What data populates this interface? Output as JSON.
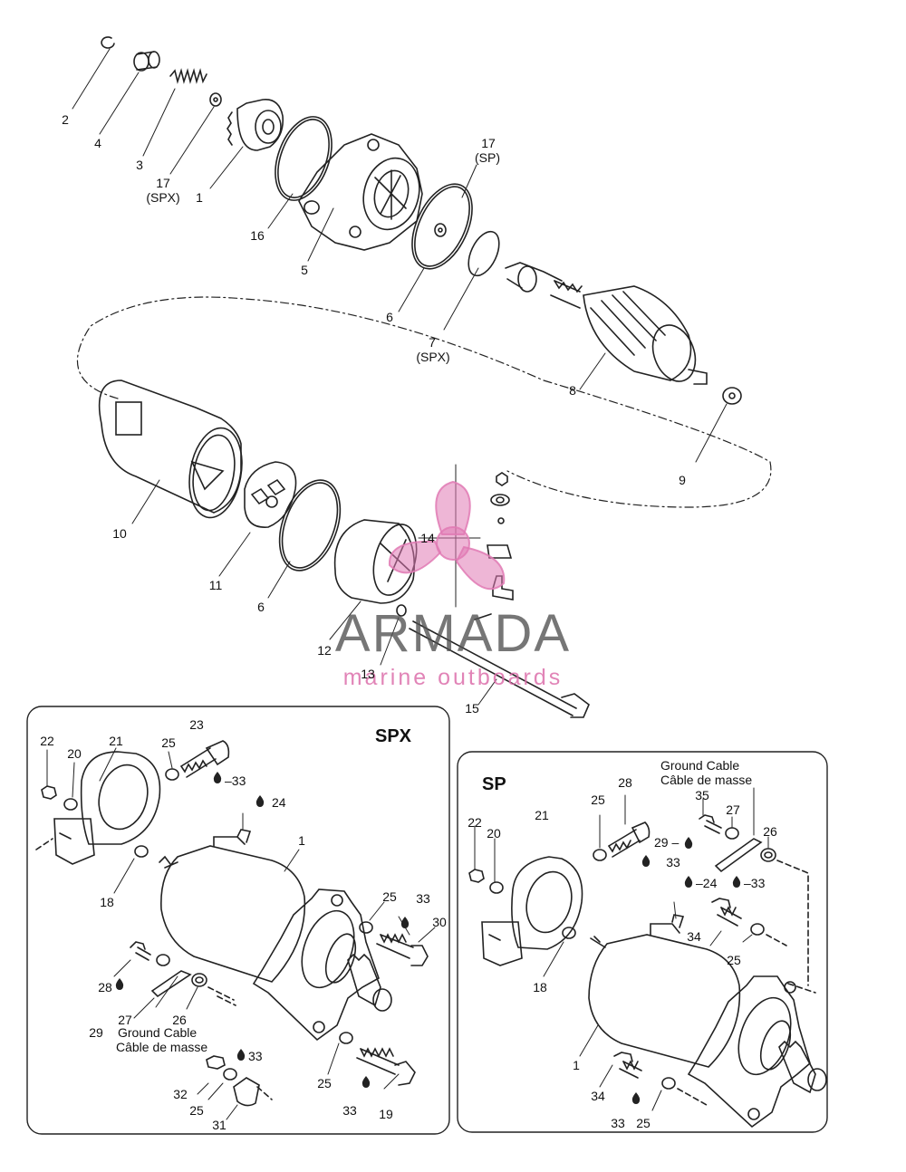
{
  "watermark": {
    "brand": "ARMADA",
    "tagline": "marine outboards",
    "colors": {
      "propeller": "#e07ab4",
      "text": "#555555"
    }
  },
  "exploded_view": {
    "labels": [
      {
        "id": "l2",
        "text": "2"
      },
      {
        "id": "l4",
        "text": "4"
      },
      {
        "id": "l3",
        "text": "3"
      },
      {
        "id": "l17a",
        "text": "17"
      },
      {
        "id": "l17a_sub",
        "text": "(SPX)"
      },
      {
        "id": "l1",
        "text": "1"
      },
      {
        "id": "l16",
        "text": "16"
      },
      {
        "id": "l5",
        "text": "5"
      },
      {
        "id": "l17b",
        "text": "17"
      },
      {
        "id": "l17b_sub",
        "text": "(SP)"
      },
      {
        "id": "l6a",
        "text": "6"
      },
      {
        "id": "l7",
        "text": "7"
      },
      {
        "id": "l7_sub",
        "text": "(SPX)"
      },
      {
        "id": "l8",
        "text": "8"
      },
      {
        "id": "l9",
        "text": "9"
      },
      {
        "id": "l10",
        "text": "10"
      },
      {
        "id": "l11",
        "text": "11"
      },
      {
        "id": "l6b",
        "text": "6"
      },
      {
        "id": "l14",
        "text": "14"
      },
      {
        "id": "l12",
        "text": "12"
      },
      {
        "id": "l13",
        "text": "13"
      },
      {
        "id": "l15",
        "text": "15"
      }
    ]
  },
  "spx_panel": {
    "title": "SPX",
    "ground_cable_en": "Ground Cable",
    "ground_cable_fr": "Câble de masse",
    "labels": [
      {
        "id": "s22",
        "text": "22"
      },
      {
        "id": "s20",
        "text": "20"
      },
      {
        "id": "s21",
        "text": "21"
      },
      {
        "id": "s25a",
        "text": "25"
      },
      {
        "id": "s23",
        "text": "23"
      },
      {
        "id": "s33a",
        "text": "–33"
      },
      {
        "id": "s24",
        "text": "24"
      },
      {
        "id": "s1",
        "text": "1"
      },
      {
        "id": "s18",
        "text": "18"
      },
      {
        "id": "s25b",
        "text": "25"
      },
      {
        "id": "s33b",
        "text": "33"
      },
      {
        "id": "s30",
        "text": "30"
      },
      {
        "id": "s28",
        "text": "28"
      },
      {
        "id": "s27",
        "text": "27"
      },
      {
        "id": "s26",
        "text": "26"
      },
      {
        "id": "s29",
        "text": "29"
      },
      {
        "id": "s33c",
        "text": "33"
      },
      {
        "id": "s32",
        "text": "32"
      },
      {
        "id": "s25c",
        "text": "25"
      },
      {
        "id": "s31",
        "text": "31"
      },
      {
        "id": "s25d",
        "text": "25"
      },
      {
        "id": "s33d",
        "text": "33"
      },
      {
        "id": "s19",
        "text": "19"
      }
    ]
  },
  "sp_panel": {
    "title": "SP",
    "ground_cable_en": "Ground Cable",
    "ground_cable_fr": "Câble de masse",
    "labels": [
      {
        "id": "p22",
        "text": "22"
      },
      {
        "id": "p20",
        "text": "20"
      },
      {
        "id": "p21",
        "text": "21"
      },
      {
        "id": "p25a",
        "text": "25"
      },
      {
        "id": "p28",
        "text": "28"
      },
      {
        "id": "p35",
        "text": "35"
      },
      {
        "id": "p27",
        "text": "27"
      },
      {
        "id": "p26",
        "text": "26"
      },
      {
        "id": "p29",
        "text": "29 –"
      },
      {
        "id": "p33a",
        "text": "33"
      },
      {
        "id": "p24",
        "text": "–24"
      },
      {
        "id": "p33b",
        "text": "–33"
      },
      {
        "id": "p34a",
        "text": "34"
      },
      {
        "id": "p25b",
        "text": "25"
      },
      {
        "id": "p18",
        "text": "18"
      },
      {
        "id": "p1",
        "text": "1"
      },
      {
        "id": "p34b",
        "text": "34"
      },
      {
        "id": "p33c",
        "text": "33"
      },
      {
        "id": "p25c",
        "text": "25"
      }
    ]
  }
}
